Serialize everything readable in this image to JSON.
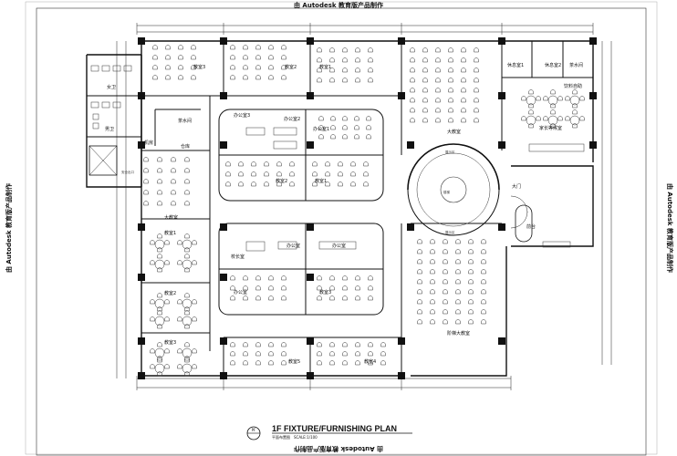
{
  "watermark": "由 Autodesk 教育版产品制作",
  "plan_title": "1F FIXTURE/FURNISHING PLAN",
  "plan_subtitle": "平面布置图",
  "plan_scale": "SCALE:1/100",
  "title_marker": "PF",
  "rooms": {
    "classroom3_top": "教室3",
    "classroom2_top": "教室2",
    "classroom1_top": "教室1",
    "women_wc": "女卫",
    "men_wc": "男卫",
    "tea_room": "茶水间",
    "warehouse": "仓库",
    "machine_room": "机房",
    "safety_exit": "安全出口",
    "office3": "办公室3",
    "office2": "办公室2",
    "office1": "办公室1",
    "big_classroom_left": "大教室",
    "big_classroom_mid": "大教室",
    "classroom1_left": "教室1",
    "classroom2_left": "教室2",
    "classroom3_left": "教室3",
    "principal": "校长室",
    "office_mid": "办公室",
    "office_mid2": "办公室",
    "classroom3_mid": "教室3",
    "classroom5": "教室5",
    "classroom4": "教室4",
    "lecture_hall": "阶梯大教室",
    "reception": "前台",
    "main_door": "大门",
    "rest1": "休息室1",
    "rest2": "休息室2",
    "tea_right": "茶水间",
    "dining": "饮料自助",
    "parent_area": "家长等候室",
    "display": "展示区",
    "lobby": "展示区",
    "stair": "楼梯"
  }
}
